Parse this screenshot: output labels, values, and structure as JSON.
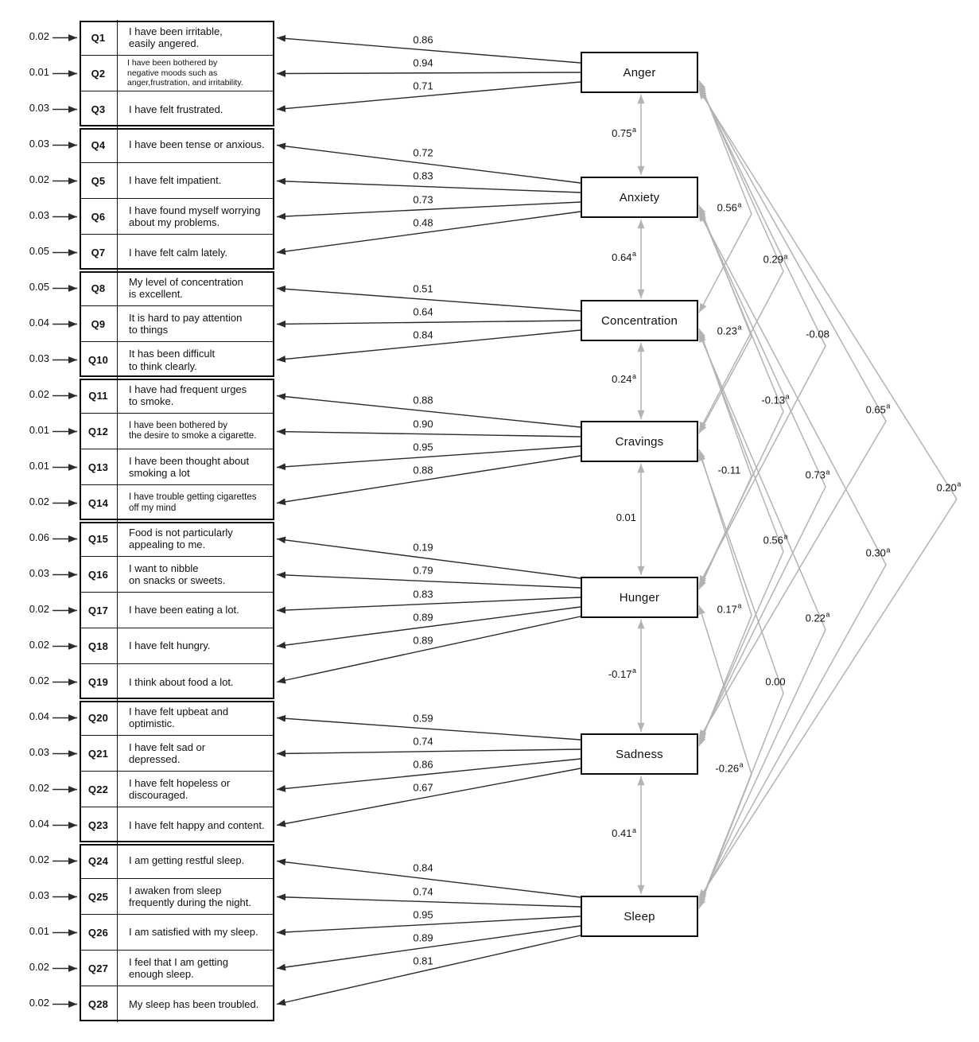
{
  "title": "Confirmatory factor analysis path diagram (Q1–Q28, seven latent factors)",
  "colors": {
    "path_black": "#2b2b2b",
    "path_gray": "#b3b3b3",
    "text": "#111111"
  },
  "diagram": {
    "items": [
      {
        "id": "Q1",
        "text": "I have been irritable,\neasily angered.",
        "error": "0.02",
        "loading": "0.86",
        "factor": "Anger",
        "size": "normal"
      },
      {
        "id": "Q2",
        "text": "I have been bothered by\nnegative moods such as\nanger,frustration, and irritability.",
        "error": "0.01",
        "loading": "0.94",
        "factor": "Anger",
        "size": "xsmall"
      },
      {
        "id": "Q3",
        "text": "I have felt frustrated.",
        "error": "0.03",
        "loading": "0.71",
        "factor": "Anger",
        "size": "normal"
      },
      {
        "id": "Q4",
        "text": "I have been tense or anxious.",
        "error": "0.03",
        "loading": "0.72",
        "factor": "Anxiety",
        "size": "normal"
      },
      {
        "id": "Q5",
        "text": "I have felt impatient.",
        "error": "0.02",
        "loading": "0.83",
        "factor": "Anxiety",
        "size": "normal"
      },
      {
        "id": "Q6",
        "text": "I have found myself worrying\nabout my problems.",
        "error": "0.03",
        "loading": "0.73",
        "factor": "Anxiety",
        "size": "normal"
      },
      {
        "id": "Q7",
        "text": "I have felt calm lately.",
        "error": "0.05",
        "loading": "0.48",
        "factor": "Anxiety",
        "size": "normal"
      },
      {
        "id": "Q8",
        "text": "My level of concentration\nis excellent.",
        "error": "0.05",
        "loading": "0.51",
        "factor": "Concentration",
        "size": "normal"
      },
      {
        "id": "Q9",
        "text": "It is hard to pay attention\nto things",
        "error": "0.04",
        "loading": "0.64",
        "factor": "Concentration",
        "size": "normal"
      },
      {
        "id": "Q10",
        "text": "It has been difficult\nto think clearly.",
        "error": "0.03",
        "loading": "0.84",
        "factor": "Concentration",
        "size": "normal"
      },
      {
        "id": "Q11",
        "text": "I have had frequent urges\nto smoke.",
        "error": "0.02",
        "loading": "0.88",
        "factor": "Cravings",
        "size": "normal"
      },
      {
        "id": "Q12",
        "text": "I have been bothered by\nthe desire to smoke a cigarette.",
        "error": "0.01",
        "loading": "0.90",
        "factor": "Cravings",
        "size": "small"
      },
      {
        "id": "Q13",
        "text": "I have been thought about\nsmoking a lot",
        "error": "0.01",
        "loading": "0.95",
        "factor": "Cravings",
        "size": "normal"
      },
      {
        "id": "Q14",
        "text": "I have trouble getting cigarettes\noff my mind",
        "error": "0.02",
        "loading": "0.88",
        "factor": "Cravings",
        "size": "small"
      },
      {
        "id": "Q15",
        "text": "Food is not particularly\nappealing to me.",
        "error": "0.06",
        "loading": "0.19",
        "factor": "Hunger",
        "size": "normal"
      },
      {
        "id": "Q16",
        "text": "I want to nibble\non snacks or sweets.",
        "error": "0.03",
        "loading": "0.79",
        "factor": "Hunger",
        "size": "normal"
      },
      {
        "id": "Q17",
        "text": "I have been eating a lot.",
        "error": "0.02",
        "loading": "0.83",
        "factor": "Hunger",
        "size": "normal"
      },
      {
        "id": "Q18",
        "text": "I have felt hungry.",
        "error": "0.02",
        "loading": "0.89",
        "factor": "Hunger",
        "size": "normal"
      },
      {
        "id": "Q19",
        "text": "I think about food a lot.",
        "error": "0.02",
        "loading": "0.89",
        "factor": "Hunger",
        "size": "normal"
      },
      {
        "id": "Q20",
        "text": "I have felt upbeat and\noptimistic.",
        "error": "0.04",
        "loading": "0.59",
        "factor": "Sadness",
        "size": "normal"
      },
      {
        "id": "Q21",
        "text": "I have felt sad or\ndepressed.",
        "error": "0.03",
        "loading": "0.74",
        "factor": "Sadness",
        "size": "normal"
      },
      {
        "id": "Q22",
        "text": "I have felt hopeless or\ndiscouraged.",
        "error": "0.02",
        "loading": "0.86",
        "factor": "Sadness",
        "size": "normal"
      },
      {
        "id": "Q23",
        "text": "I have felt happy and content.",
        "error": "0.04",
        "loading": "0.67",
        "factor": "Sadness",
        "size": "normal"
      },
      {
        "id": "Q24",
        "text": "I am getting restful sleep.",
        "error": "0.02",
        "loading": "0.84",
        "factor": "Sleep",
        "size": "normal"
      },
      {
        "id": "Q25",
        "text": "I awaken from sleep\nfrequently during the night.",
        "error": "0.03",
        "loading": "0.74",
        "factor": "Sleep",
        "size": "normal"
      },
      {
        "id": "Q26",
        "text": "I am satisfied with my sleep.",
        "error": "0.01",
        "loading": "0.95",
        "factor": "Sleep",
        "size": "normal"
      },
      {
        "id": "Q27",
        "text": "I feel that I am getting\nenough sleep.",
        "error": "0.02",
        "loading": "0.89",
        "factor": "Sleep",
        "size": "normal"
      },
      {
        "id": "Q28",
        "text": "My sleep has been troubled.",
        "error": "0.02",
        "loading": "0.81",
        "factor": "Sleep",
        "size": "normal"
      }
    ],
    "factors": [
      {
        "name": "Anger",
        "items": [
          "Q1",
          "Q2",
          "Q3"
        ]
      },
      {
        "name": "Anxiety",
        "items": [
          "Q4",
          "Q5",
          "Q6",
          "Q7"
        ]
      },
      {
        "name": "Concentration",
        "items": [
          "Q8",
          "Q9",
          "Q10"
        ]
      },
      {
        "name": "Cravings",
        "items": [
          "Q11",
          "Q12",
          "Q13",
          "Q14"
        ]
      },
      {
        "name": "Hunger",
        "items": [
          "Q15",
          "Q16",
          "Q17",
          "Q18",
          "Q19"
        ]
      },
      {
        "name": "Sadness",
        "items": [
          "Q20",
          "Q21",
          "Q22",
          "Q23"
        ]
      },
      {
        "name": "Sleep",
        "items": [
          "Q24",
          "Q25",
          "Q26",
          "Q27",
          "Q28"
        ]
      }
    ],
    "correlations": [
      {
        "from": "Anger",
        "to": "Anxiety",
        "value": "0.75",
        "sup": "a"
      },
      {
        "from": "Anxiety",
        "to": "Concentration",
        "value": "0.64",
        "sup": "a"
      },
      {
        "from": "Concentration",
        "to": "Cravings",
        "value": "0.24",
        "sup": "a"
      },
      {
        "from": "Cravings",
        "to": "Hunger",
        "value": "0.01",
        "sup": ""
      },
      {
        "from": "Hunger",
        "to": "Sadness",
        "value": "-0.17",
        "sup": "a"
      },
      {
        "from": "Sadness",
        "to": "Sleep",
        "value": "0.41",
        "sup": "a"
      },
      {
        "from": "Anger",
        "to": "Concentration",
        "value": "0.56",
        "sup": "a"
      },
      {
        "from": "Anxiety",
        "to": "Cravings",
        "value": "0.23",
        "sup": "a"
      },
      {
        "from": "Concentration",
        "to": "Hunger",
        "value": "-0.11",
        "sup": ""
      },
      {
        "from": "Cravings",
        "to": "Sadness",
        "value": "0.17",
        "sup": "a"
      },
      {
        "from": "Hunger",
        "to": "Sleep",
        "value": "-0.26",
        "sup": "a"
      },
      {
        "from": "Anger",
        "to": "Cravings",
        "value": "0.29",
        "sup": "a"
      },
      {
        "from": "Anxiety",
        "to": "Hunger",
        "value": "-0.13",
        "sup": "a"
      },
      {
        "from": "Concentration",
        "to": "Sadness",
        "value": "0.56",
        "sup": "a"
      },
      {
        "from": "Cravings",
        "to": "Sleep",
        "value": "0.00",
        "sup": ""
      },
      {
        "from": "Anger",
        "to": "Hunger",
        "value": "-0.08",
        "sup": ""
      },
      {
        "from": "Anxiety",
        "to": "Sadness",
        "value": "0.73",
        "sup": "a"
      },
      {
        "from": "Concentration",
        "to": "Sleep",
        "value": "0.22",
        "sup": "a"
      },
      {
        "from": "Anger",
        "to": "Sadness",
        "value": "0.65",
        "sup": "a"
      },
      {
        "from": "Anxiety",
        "to": "Sleep",
        "value": "0.30",
        "sup": "a"
      },
      {
        "from": "Anger",
        "to": "Sleep",
        "value": "0.20",
        "sup": "a"
      }
    ]
  }
}
